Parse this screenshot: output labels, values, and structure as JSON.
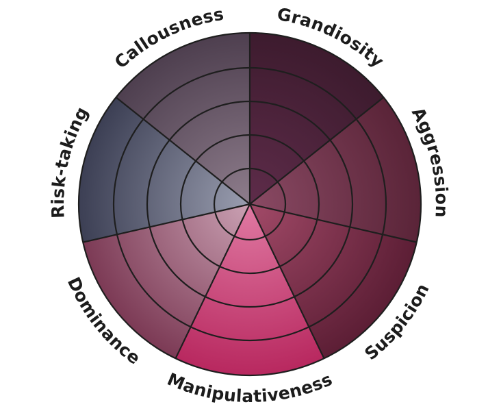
{
  "wheel": {
    "segments": [
      {
        "label": "Grandiosity",
        "inner": "#5e2c4a",
        "outer": "#3d1b2e"
      },
      {
        "label": "Aggression",
        "inner": "#8a4a64",
        "outer": "#5a2438"
      },
      {
        "label": "Suspicion",
        "inner": "#a24a68",
        "outer": "#5c1e35"
      },
      {
        "label": "Manipulativeness",
        "inner": "#e07aa3",
        "outer": "#b8285f"
      },
      {
        "label": "Dominance",
        "inner": "#caa1b3",
        "outer": "#7c3a55"
      },
      {
        "label": "Risk-taking",
        "inner": "#9a9eb0",
        "outer": "#3c3f54"
      },
      {
        "label": "Callousness",
        "inner": "#8e7d8c",
        "outer": "#4e3f4f"
      }
    ]
  }
}
